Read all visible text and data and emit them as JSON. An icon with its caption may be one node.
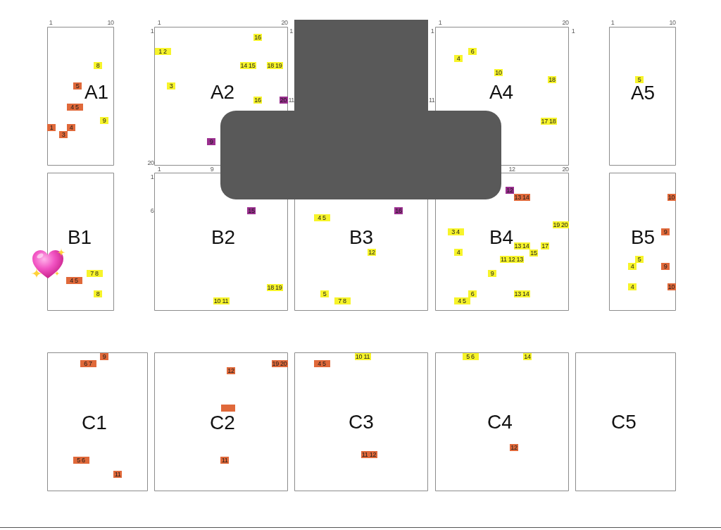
{
  "diagram": {
    "nodes": [
      {
        "text": [
          "A1"
        ],
        "beside": [
          "1",
          "10"
        ]
      },
      {
        "text": [
          "8"
        ],
        "in": 0
      },
      {
        "text": [
          "5"
        ],
        "in": 0
      },
      {
        "text": [
          "4 5"
        ],
        "in": 0
      },
      {
        "text": [
          "9"
        ],
        "in": 0
      },
      {
        "text": [
          "1"
        ],
        "in": 0
      },
      {
        "text": [
          "4"
        ],
        "in": 0
      },
      {
        "text": [
          "3"
        ],
        "in": 0
      },
      {
        "text": [
          "A2"
        ],
        "beside": [
          "1",
          "20",
          "1",
          "1",
          "11",
          "20"
        ]
      },
      {
        "text": [
          "16"
        ],
        "in": 8
      },
      {
        "text": [
          "1 2"
        ],
        "in": 8
      },
      {
        "text": [
          "14 15"
        ],
        "in": 8
      },
      {
        "text": [
          "18 19"
        ],
        "in": 8
      },
      {
        "text": [
          "3"
        ],
        "in": 8
      },
      {
        "text": [
          "16"
        ],
        "in": 8
      },
      {
        "text": [
          "20"
        ],
        "in": 8
      },
      {
        "text": [
          "9"
        ],
        "in": 8
      },
      {
        "text": [
          "A4"
        ],
        "beside": [
          "1",
          "20",
          "1",
          "1",
          "11"
        ]
      },
      {
        "text": [
          "6"
        ],
        "in": 17
      },
      {
        "text": [
          "4"
        ],
        "in": 17
      },
      {
        "text": [
          "10"
        ],
        "in": 17
      },
      {
        "text": [
          "18"
        ],
        "in": 17
      },
      {
        "text": [
          "17 18"
        ],
        "in": 17
      },
      {
        "text": [
          "A5"
        ],
        "beside": [
          "1",
          "10"
        ]
      },
      {
        "text": [
          "5"
        ],
        "in": 23
      },
      {
        "text": [
          "B1"
        ]
      },
      {
        "text": [
          "7 8"
        ],
        "in": 25
      },
      {
        "text": [
          "4 5"
        ],
        "in": 25
      },
      {
        "text": [
          "8"
        ],
        "in": 25
      },
      {
        "text": [
          "B2"
        ],
        "beside": [
          "1",
          "9",
          "1",
          "6"
        ]
      },
      {
        "text": [
          "15"
        ],
        "in": 29
      },
      {
        "text": [
          "18 19"
        ],
        "in": 29
      },
      {
        "text": [
          "10 11"
        ],
        "in": 29
      },
      {
        "text": [
          "B3"
        ]
      },
      {
        "text": [
          "16"
        ],
        "in": 33
      },
      {
        "text": [
          "4 5"
        ],
        "in": 33
      },
      {
        "text": [
          "12"
        ],
        "in": 33
      },
      {
        "text": [
          "5"
        ],
        "in": 33
      },
      {
        "text": [
          "7 8"
        ],
        "in": 33
      },
      {
        "text": [
          "B4"
        ],
        "beside": [
          "12",
          "20"
        ]
      },
      {
        "text": [
          "12"
        ],
        "in": 39
      },
      {
        "text": [
          "13 14"
        ],
        "in": 39
      },
      {
        "text": [
          "19 20"
        ],
        "in": 39
      },
      {
        "text": [
          "3 4"
        ],
        "in": 39
      },
      {
        "text": [
          "13 14"
        ],
        "in": 39
      },
      {
        "text": [
          "17"
        ],
        "in": 39
      },
      {
        "text": [
          "4"
        ],
        "in": 39
      },
      {
        "text": [
          "15"
        ],
        "in": 39
      },
      {
        "text": [
          "11 12 13"
        ],
        "in": 39
      },
      {
        "text": [
          "9"
        ],
        "in": 39
      },
      {
        "text": [
          "6"
        ],
        "in": 39
      },
      {
        "text": [
          "13 14"
        ],
        "in": 39
      },
      {
        "text": [
          "4 5"
        ],
        "in": 39
      },
      {
        "text": [
          "B5"
        ]
      },
      {
        "text": [
          "10"
        ],
        "in": 53
      },
      {
        "text": [
          "9"
        ],
        "in": 53
      },
      {
        "text": [
          "5"
        ],
        "in": 53
      },
      {
        "text": [
          "4"
        ],
        "in": 53
      },
      {
        "text": [
          "9"
        ],
        "in": 53
      },
      {
        "text": [
          "4"
        ],
        "in": 53
      },
      {
        "text": [
          "10"
        ],
        "in": 53
      },
      {
        "text": [
          "C1"
        ]
      },
      {
        "text": [
          "9"
        ],
        "in": 61
      },
      {
        "text": [
          "6 7"
        ],
        "in": 61
      },
      {
        "text": [
          "5 6"
        ],
        "in": 61
      },
      {
        "text": [
          "11"
        ],
        "in": 61
      },
      {
        "text": [
          "C2"
        ]
      },
      {
        "text": [
          "19 20"
        ],
        "in": 66
      },
      {
        "text": [
          "12"
        ],
        "in": 66
      },
      {
        "text": [],
        "shape": "box",
        "in": 66
      },
      {
        "text": [
          "11"
        ],
        "in": 66
      },
      {
        "text": [
          "C3"
        ]
      },
      {
        "text": [
          "10 11"
        ],
        "in": 71
      },
      {
        "text": [
          "4 5"
        ],
        "in": 71
      },
      {
        "text": [
          "11 12"
        ],
        "in": 71
      },
      {
        "text": [
          "C4"
        ]
      },
      {
        "text": [
          "5 6"
        ],
        "in": 75
      },
      {
        "text": [
          "14"
        ],
        "in": 75
      },
      {
        "text": [
          "12"
        ],
        "in": 75
      },
      {
        "text": [
          "C5"
        ]
      },
      {
        "text": [],
        "shape": "box"
      },
      {
        "text": [],
        "shape": "box"
      }
    ]
  }
}
